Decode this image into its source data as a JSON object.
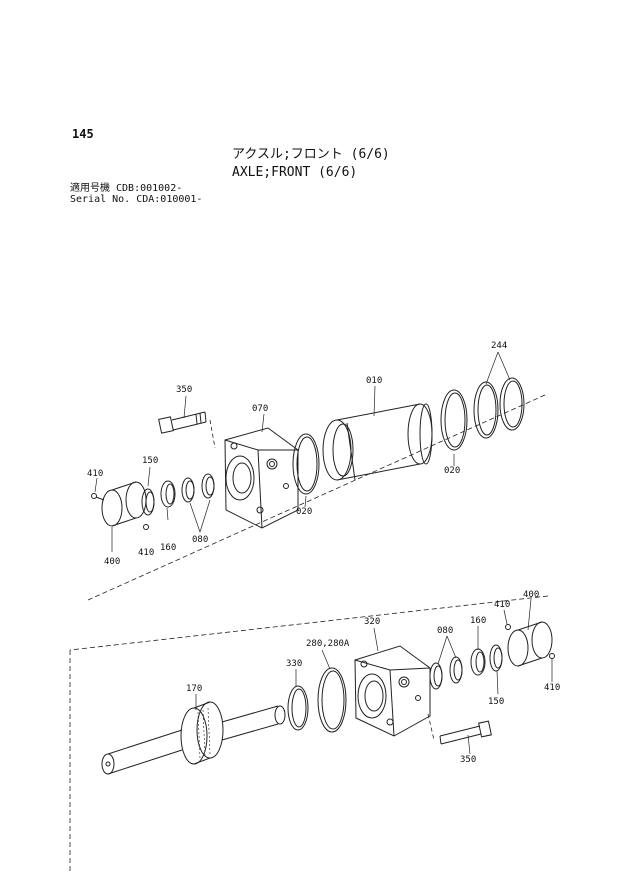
{
  "header": {
    "page_number": "145",
    "title_jp": "アクスル;フロント (6/6)",
    "title_en": "AXLE;FRONT (6/6)",
    "serial_line_1": "適用号機 CDB:001002-",
    "serial_line_2": "Serial No. CDA:010001-"
  },
  "part_labels": {
    "p010": "010",
    "p020a": "020",
    "p020b": "020",
    "p070": "070",
    "p080a": "080",
    "p080b": "080",
    "p150a": "150",
    "p150b": "150",
    "p160a": "160",
    "p160b": "160",
    "p170": "170",
    "p244": "244",
    "p280": "280,280A",
    "p320": "320",
    "p330": "330",
    "p350a": "350",
    "p350b": "350",
    "p400a": "400",
    "p400b": "400",
    "p410a": "410",
    "p410b": "410",
    "p410c": "410",
    "p410d": "410"
  },
  "colors": {
    "line": "#222222",
    "background": "#ffffff"
  }
}
